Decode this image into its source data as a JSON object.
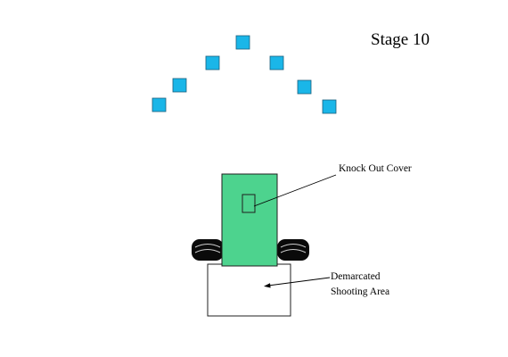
{
  "diagram": {
    "title": "Stage 10",
    "labels": {
      "knock_out_cover": "Knock Out Cover",
      "shooting_area_line1": "Demarcated",
      "shooting_area_line2": "Shooting Area"
    },
    "target_count": 7,
    "colors": {
      "target_fill": "#1ab6e8",
      "target_stroke": "#1b5f7c",
      "cover_fill": "#4dd38e",
      "cover_stroke": "#1f1f1f",
      "tire_fill": "#0a0a0a",
      "tire_highlight": "#cccccc",
      "shooting_area_fill": "#ffffff",
      "line": "#000000"
    }
  }
}
